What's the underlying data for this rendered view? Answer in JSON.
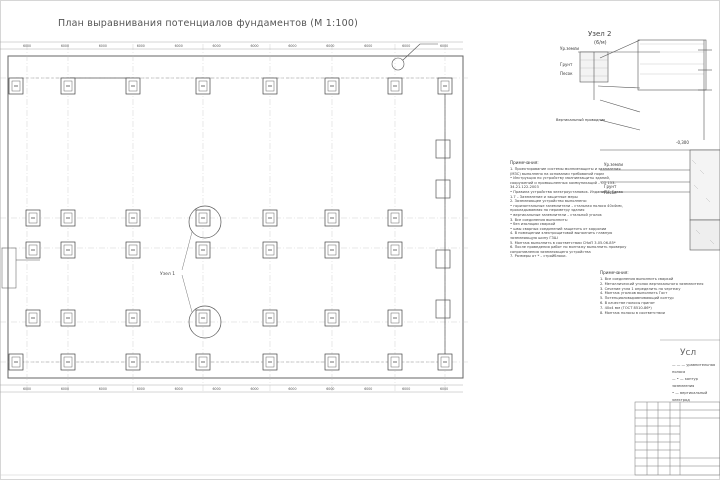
{
  "drawing": {
    "title": "План выравнивания потенциалов фундаментов (М 1:100)",
    "node_title": "Узел 2",
    "node_sheet": "(6/м)",
    "callout_label": "Узел 1",
    "legend_title": "Усл",
    "labels": {
      "ground": "Грунт",
      "sand": "Песок",
      "zero_mark": "Ур.земли",
      "zero_mark_2": "Ур.земли",
      "ground_2": "Грунт",
      "sand_2": "Песок",
      "elevation": "-0,300",
      "rebar_note": "Вертикальный проводник"
    },
    "dimensions": {
      "top_row": [
        "6000",
        "6000",
        "6000",
        "6000",
        "6000",
        "6000",
        "6000",
        "6000",
        "6000",
        "6000",
        "6000",
        "6000"
      ],
      "bottom_row": [
        "6000",
        "6000",
        "6000",
        "6000",
        "6000",
        "6000",
        "6000",
        "6000",
        "6000",
        "6000",
        "6000",
        "6000"
      ]
    },
    "notes_heading": "Примечания:",
    "notes": [
      "1. Проектирование системы молниезащиты и заземления (МЗС) выполнено на основании требований норм",
      "   • Инструкция по устройству молниезащиты зданий, сооружений и промышленных коммуникаций – СО 153-34.21.122-2003",
      "   • Правила устройства электроустановок. Издание 7, Глава 1.7 – Заземление и защитные меры",
      "2. Заземляющее устройство выполнено:",
      "   • горизонтальные заземлители – стальная полоса 40х4мм, прокладываемая по периметру здания",
      "   • вертикальные заземлители – стальной уголок",
      "3. Все соединения выполнить:",
      "   • без изоляции сваркой",
      "   • швы сварных соединений защитить от коррозии",
      "4. В помещении электрощитовой выполнить главную заземляющую шину ГЗШ",
      "5. Монтаж выполнить в соответствии СНиП 3.05.06-85*",
      "6. После проведения работ по монтажу выполнить проверку сопротивления заземляющего устройства",
      "7. Размеры от * – стройблоки."
    ],
    "notes2_heading": "Примечания:",
    "notes2": [
      "1. Все соединения выполнить сваркой",
      "2. Металлический уголок вертикального заземлителя",
      "3. Сечение узла 1 определить по чертежу",
      "4. Монтаж уголков выполнить Гост",
      "5. Потенциаловыравнивающий контур",
      "6. В качестве полосы принят",
      "7. 40х4 мм (ГОСТ 8510-86*)",
      "8. Монтаж полосы в соответствии"
    ],
    "legend": [
      "— — — уравнительная полоса",
      "— • — контур заземления",
      "• — вертикальный электрод"
    ]
  }
}
